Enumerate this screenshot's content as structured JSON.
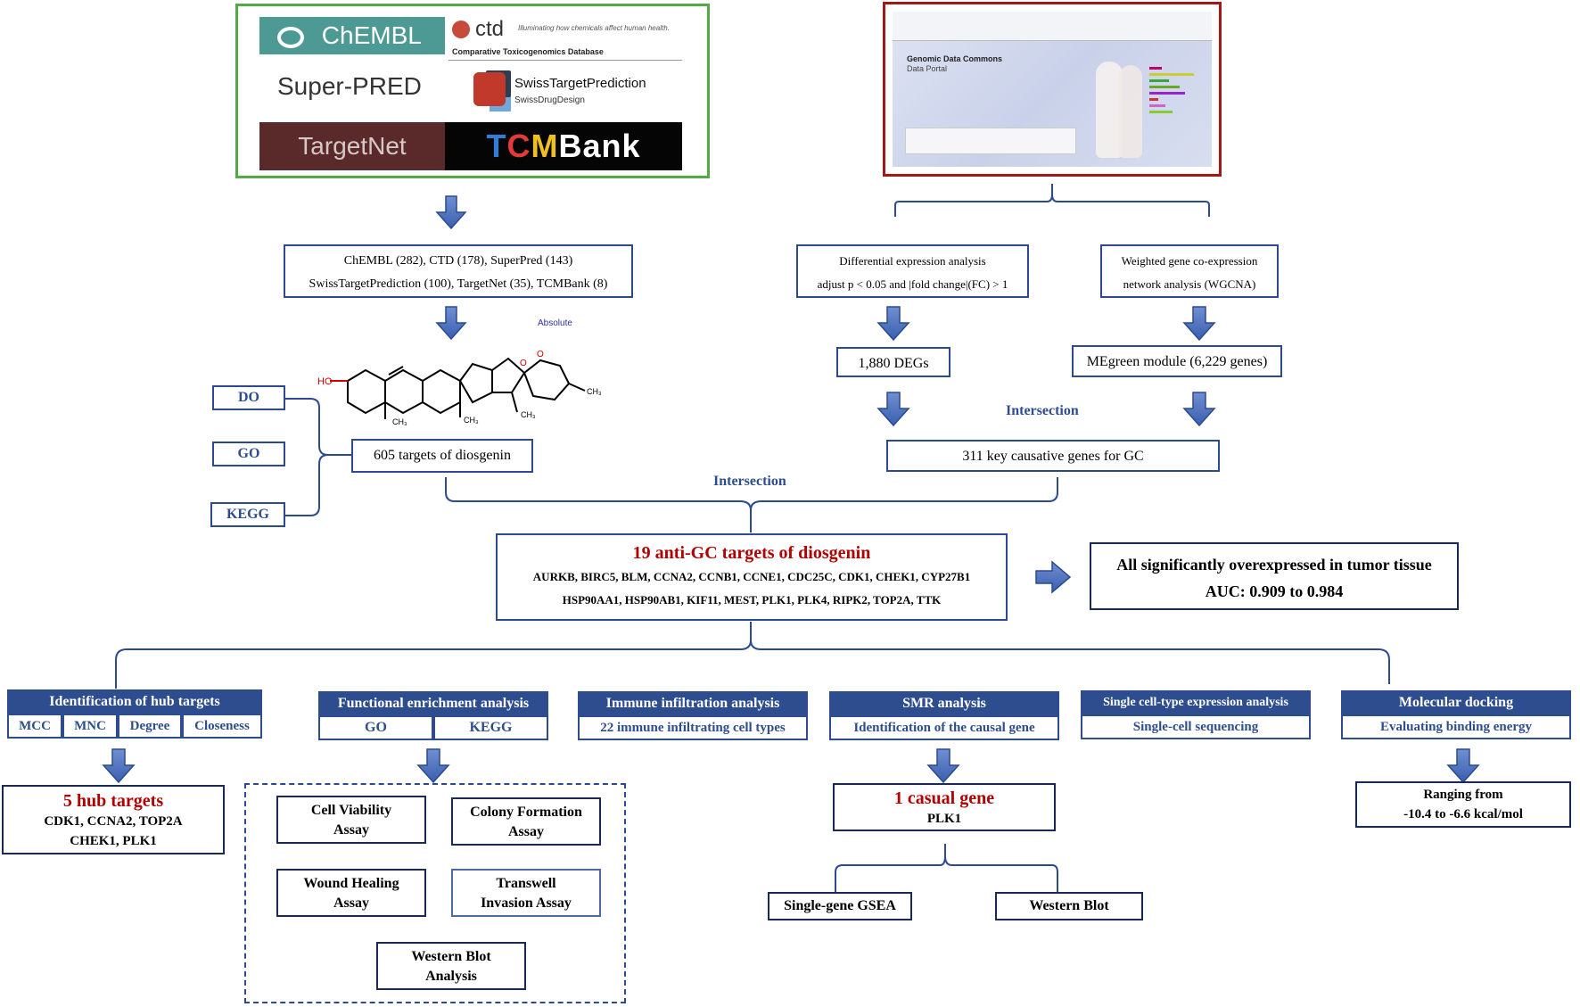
{
  "databases": {
    "chembl": "ChEMBL",
    "ctd": "ctd",
    "ctd_tagline": "Illuminating how chemicals affect human health.",
    "ctd_full": "Comparative Toxicogenomics Database",
    "superpred": "Super-PRED",
    "swisstarget": "SwissTargetPrediction",
    "swissdrug": "SwissDrugDesign",
    "targetnet": "TargetNet",
    "tcmbank": {
      "t": "T",
      "c": "C",
      "m": "M",
      "rest": "Bank"
    }
  },
  "gdc": {
    "title": "Genomic Data Commons",
    "subtitle": "Data Portal"
  },
  "db_counts": {
    "line1": "ChEMBL (282), CTD (178), SuperPred (143)",
    "line2": "SwissTargetPrediction (100), TargetNet (35), TCMBank (8)"
  },
  "structure": {
    "absolute": "Absolute",
    "ho": "HO",
    "ch3": "CH₃"
  },
  "enrichment_left": [
    "DO",
    "GO",
    "KEGG"
  ],
  "diosgenin_targets": "605 targets of diosgenin",
  "deg_analysis": {
    "line1": "Differential expression analysis",
    "line2": "adjust p < 0.05 and |fold change|(FC) > 1"
  },
  "wgcna": {
    "line1": "Weighted gene co-expression",
    "line2": "network analysis (WGCNA)"
  },
  "degs": "1,880 DEGs",
  "megreen": "MEgreen module (6,229 genes)",
  "intersection_label": "Intersection",
  "key_genes": "311 key causative genes for GC",
  "anti_gc": {
    "title": "19 anti-GC targets of diosgenin",
    "line1": "AURKB, BIRC5, BLM, CCNA2, CCNB1, CCNE1, CDC25C, CDK1, CHEK1, CYP27B1",
    "line2": "HSP90AA1, HSP90AB1, KIF11, MEST, PLK1, PLK4, RIPK2, TOP2A, TTK"
  },
  "overexpressed": {
    "line1": "All significantly overexpressed in tumor tissue",
    "line2": "AUC: 0.909 to 0.984"
  },
  "hub": {
    "header": "Identification of hub targets",
    "methods": [
      "MCC",
      "MNC",
      "Degree",
      "Closeness"
    ]
  },
  "functional": {
    "header": "Functional enrichment analysis",
    "items": [
      "GO",
      "KEGG"
    ]
  },
  "immune": {
    "header": "Immune infiltration analysis",
    "sub": "22 immune infiltrating cell types"
  },
  "smr": {
    "header": "SMR analysis",
    "sub": "Identification of the causal gene"
  },
  "singlecell": {
    "header": "Single cell-type expression analysis",
    "sub": "Single-cell sequencing"
  },
  "docking": {
    "header": "Molecular docking",
    "sub": "Evaluating binding energy"
  },
  "hub_result": {
    "title": "5 hub targets",
    "line1": "CDK1, CCNA2, TOP2A",
    "line2": "CHEK1, PLK1"
  },
  "assays": {
    "viability": [
      "Cell Viability",
      "Assay"
    ],
    "colony": [
      "Colony Formation",
      "Assay"
    ],
    "wound": [
      "Wound Healing",
      "Assay"
    ],
    "transwell": [
      "Transwell",
      "Invasion Assay"
    ],
    "western": [
      "Western Blot",
      "Analysis"
    ]
  },
  "causal_gene": {
    "title": "1 casual gene",
    "gene": "PLK1"
  },
  "gsea": "Single-gene GSEA",
  "western_blot": "Western Blot",
  "docking_result": {
    "line1": "Ranging from",
    "line2": "-10.4 to -6.6 kcal/mol"
  }
}
